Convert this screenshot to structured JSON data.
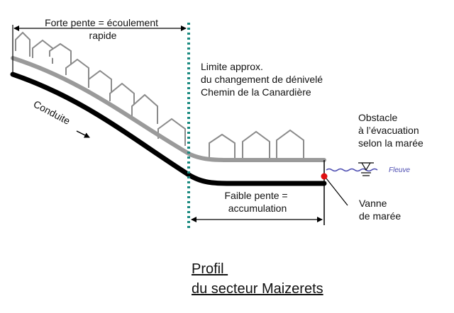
{
  "labels": {
    "steep_slope": [
      "Forte pente = écoulement",
      "rapide"
    ],
    "limit": [
      "Limite approx.",
      "du changement de dénivelé",
      "Chemin de la Canardière"
    ],
    "conduit": "Conduite",
    "obstacle": [
      "Obstacle",
      "à l’évacuation",
      "selon la marée"
    ],
    "river": "Fleuve",
    "gentle_slope": [
      "Faible pente =",
      "accumulation"
    ],
    "gate": [
      "Vanne",
      "de marée"
    ],
    "title": [
      "Profil",
      "du secteur Maizerets"
    ]
  },
  "colors": {
    "ground": "#9a9a9a",
    "pipe": "#000000",
    "limit_line": "#1a8a80",
    "river": "#4a4ab0",
    "gate": "#e01010",
    "text": "#111111"
  }
}
